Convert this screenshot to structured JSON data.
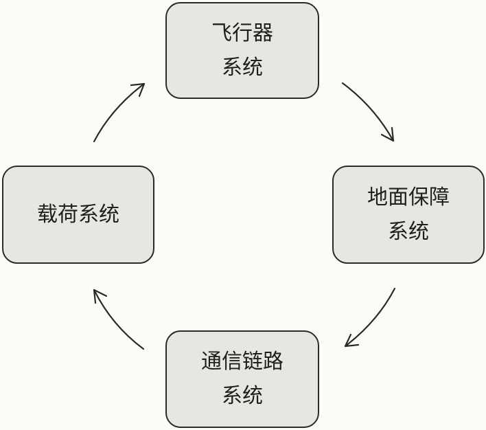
{
  "nodes": {
    "aircraft": {
      "line1": "飞行器",
      "line2": "系统"
    },
    "ground": {
      "line1": "地面保障",
      "line2": "系统"
    },
    "link": {
      "line1": "通信链路",
      "line2": "系统"
    },
    "payload": {
      "line1": "载荷系统"
    }
  },
  "colors": {
    "background": "#fdfbf7",
    "node_fill": "#e8e6e3",
    "stroke": "#2a2a26"
  }
}
